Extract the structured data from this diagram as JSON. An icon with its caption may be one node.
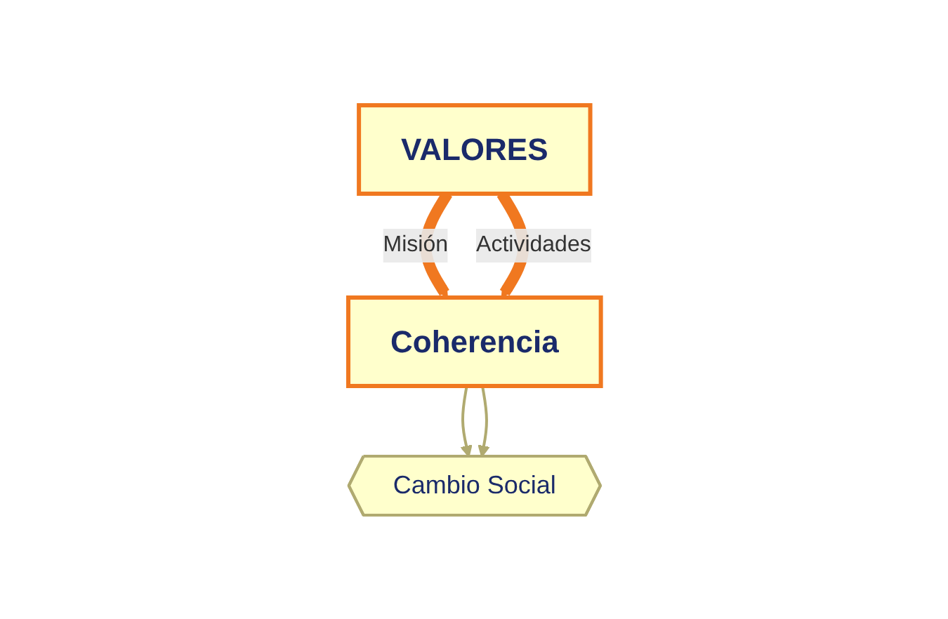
{
  "diagram": {
    "nodes": [
      {
        "text": [
          "VALORES"
        ]
      },
      {
        "text": [
          "Coherencia"
        ]
      },
      {
        "text": [
          "Cambio Social"
        ]
      }
    ],
    "edges": [
      {
        "from": 0,
        "to": 1,
        "arrow": "to",
        "label": "Misión",
        "style": "thick",
        "color": "#f07820"
      },
      {
        "from": 0,
        "to": 1,
        "arrow": "to",
        "label": "Actividades",
        "style": "thick",
        "color": "#f07820"
      },
      {
        "from": 1,
        "to": 2,
        "arrow": "to",
        "color": "#b0aa70"
      },
      {
        "from": 1,
        "to": 2,
        "arrow": "to",
        "color": "#b0aa70"
      }
    ]
  }
}
